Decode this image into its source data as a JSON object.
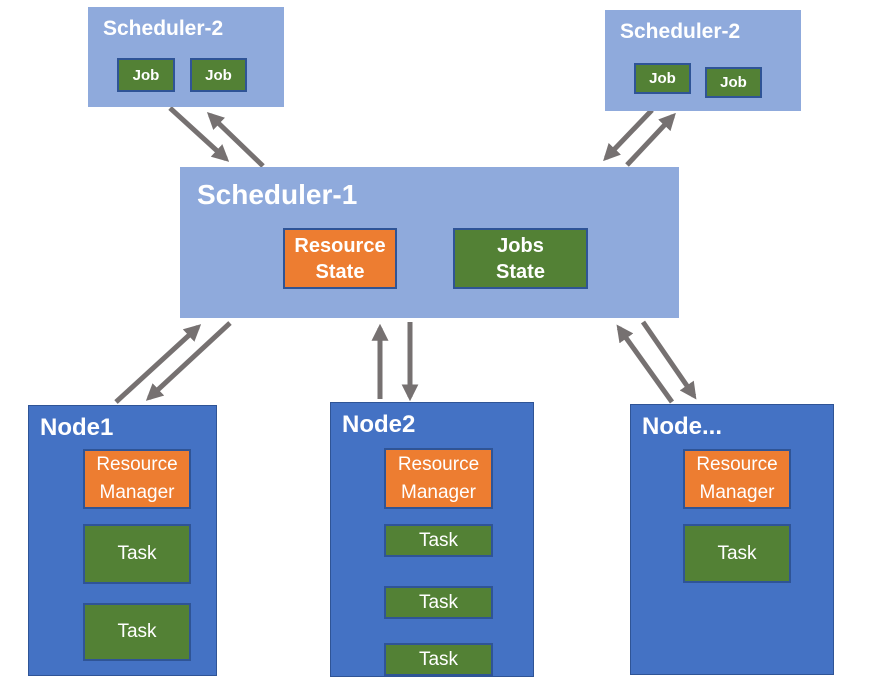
{
  "colors": {
    "scheduler_fill": "#8FAADC",
    "node_fill": "#4472C4",
    "orange_fill": "#ED7D31",
    "green_fill": "#538135",
    "chip_border": "#2F5496",
    "arrow_gray": "#767171",
    "text": "#ffffff",
    "background": "#ffffff"
  },
  "scheduler2_left": {
    "title": "Scheduler-2",
    "jobs": [
      {
        "label": "Job"
      },
      {
        "label": "Job"
      }
    ]
  },
  "scheduler2_right": {
    "title": "Scheduler-2",
    "jobs": [
      {
        "label": "Job"
      },
      {
        "label": "Job"
      }
    ]
  },
  "scheduler1": {
    "title": "Scheduler-1",
    "resource_state": {
      "line1": "Resource",
      "line2": "State"
    },
    "jobs_state": {
      "line1": "Jobs",
      "line2": "State"
    }
  },
  "nodes": [
    {
      "title": "Node1",
      "resource_manager": {
        "line1": "Resource",
        "line2": "Manager"
      },
      "tasks": [
        "Task",
        "Task"
      ]
    },
    {
      "title": "Node2",
      "resource_manager": {
        "line1": "Resource",
        "line2": "Manager"
      },
      "tasks": [
        "Task",
        "Task",
        "Task"
      ]
    },
    {
      "title": "Node...",
      "resource_manager": {
        "line1": "Resource",
        "line2": "Manager"
      },
      "tasks": [
        "Task"
      ]
    }
  ]
}
